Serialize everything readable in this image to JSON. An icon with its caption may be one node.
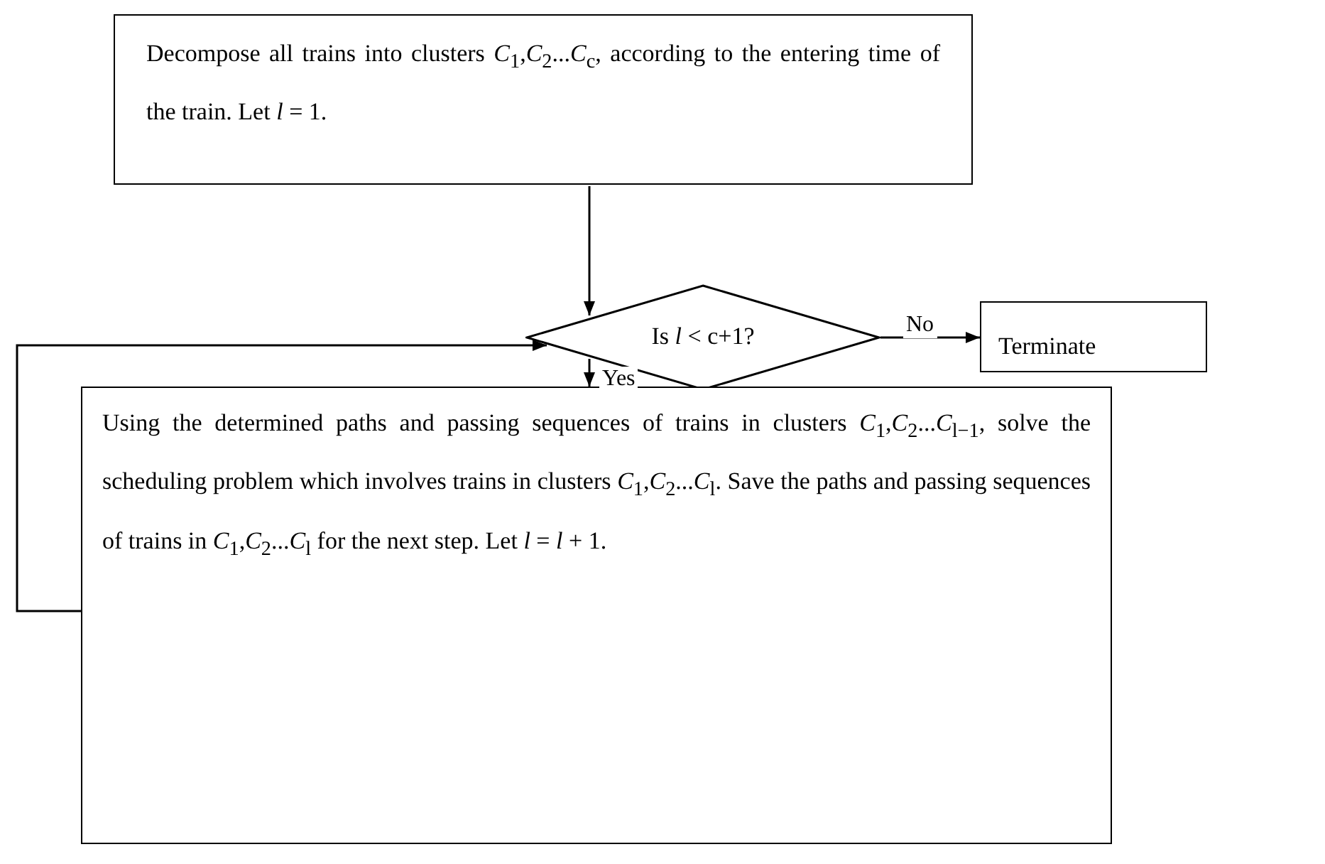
{
  "diagram": {
    "nodes": [
      {
        "text": [
          "Decompose all trains into clusters *C*$_{1}$,*C*$_{2}$...*C*$_{c}$, according to the entering time of the train. Let *l* = 1."
        ]
      },
      {
        "text": [
          "Is *l* < c+1?"
        ]
      },
      {
        "text": [
          "Terminate"
        ]
      },
      {
        "text": [
          "Using the determined paths and passing sequences of trains in clusters *C*$_{1}$,*C*$_{2}$...*C*$_{l−1}$, solve the scheduling problem which involves trains in clusters *C*$_{1}$,*C*$_{2}$...*C*$_{l}$. Save the paths and passing sequences of trains in *C*$_{1}$,*C*$_{2}$...*C*$_{l}$ for the next step. Let *l* = *l* + 1."
        ]
      }
    ],
    "edges": [
      {
        "from": 0,
        "to": 1,
        "arrow": "to"
      },
      {
        "from": 1,
        "to": 2,
        "arrow": "to",
        "label": "No"
      },
      {
        "from": 1,
        "to": 3,
        "arrow": "to",
        "label": "Yes"
      },
      {
        "from": 3,
        "to": 1,
        "arrow": "to"
      }
    ]
  }
}
